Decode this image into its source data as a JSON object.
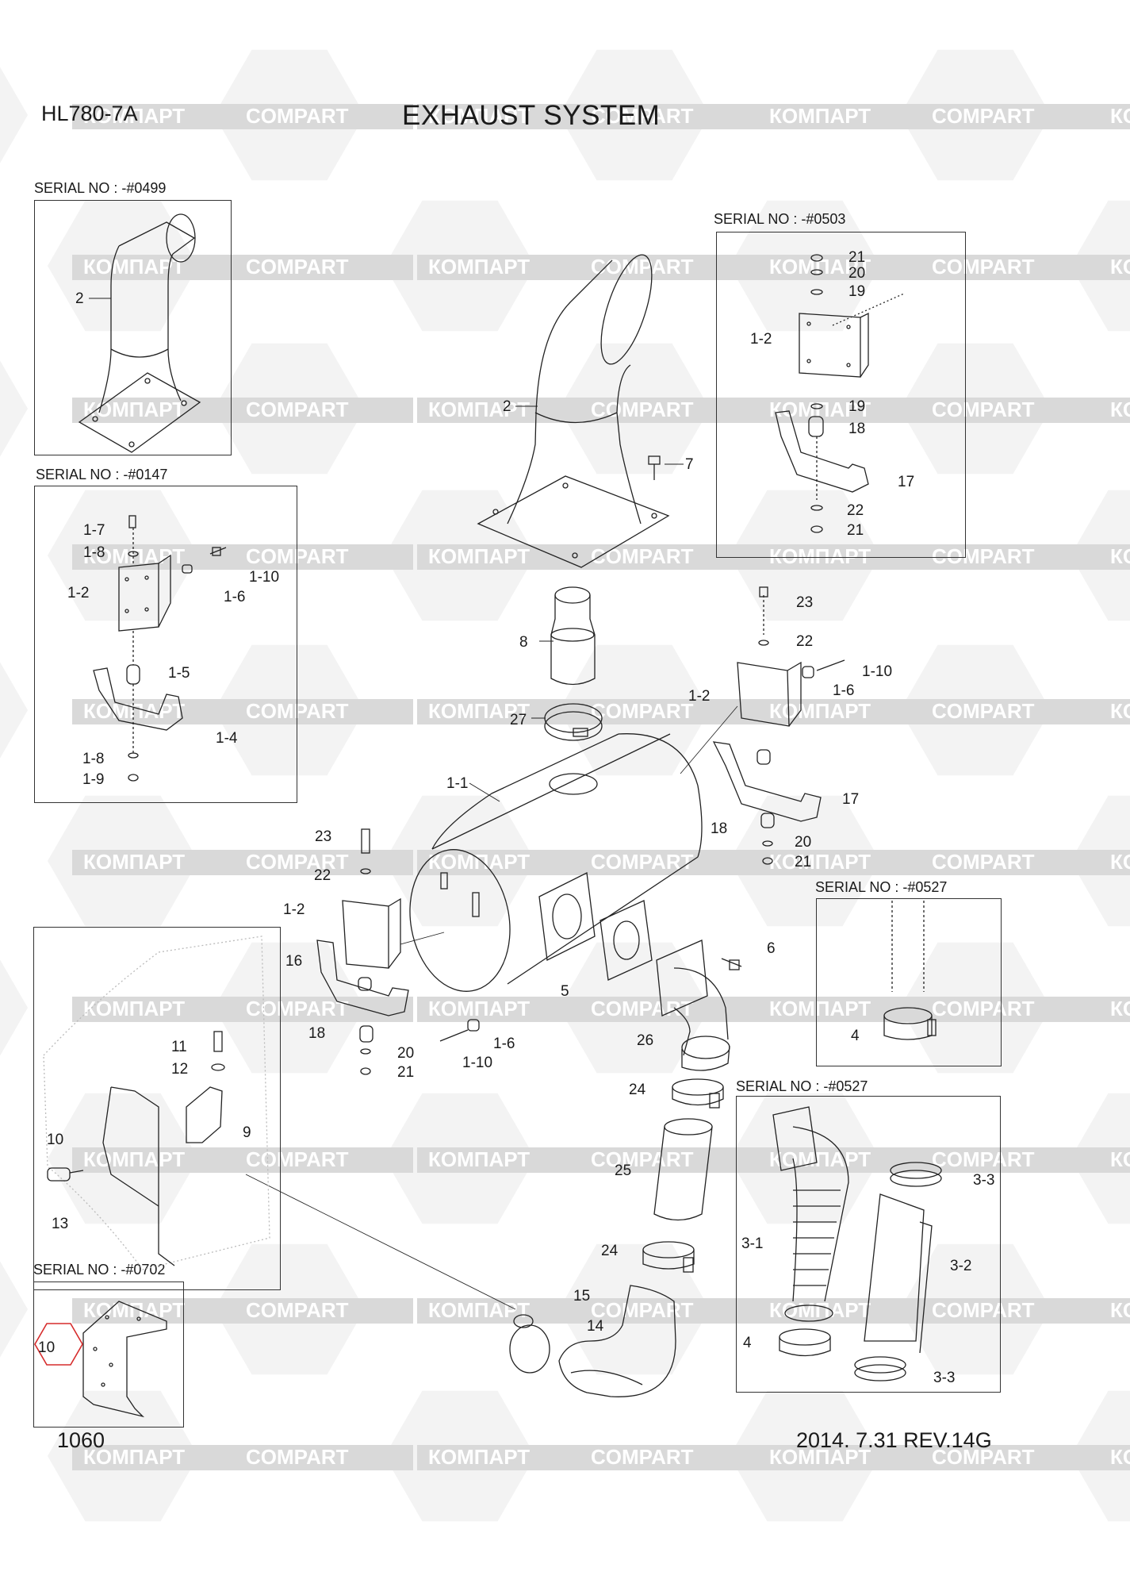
{
  "header": {
    "model": "HL780-7A",
    "title": "EXHAUST SYSTEM"
  },
  "footer": {
    "page_number": "1060",
    "revision": "2014. 7.31  REV.14G"
  },
  "watermark": {
    "text_cyrillic": "КОМПАРТ",
    "text_latin": "COMPART",
    "color": "#d9d9d9"
  },
  "highlight_color": "#d62b2b",
  "serial_boxes": [
    {
      "label": "SERIAL NO : -#0499"
    },
    {
      "label": "SERIAL NO : -#0147"
    },
    {
      "label": "SERIAL NO : -#0503"
    },
    {
      "label": "SERIAL NO : -#0527"
    },
    {
      "label": "SERIAL NO : -#0527"
    },
    {
      "label": "SERIAL NO : -#0702"
    }
  ],
  "callouts": [
    "2",
    "2",
    "7",
    "8",
    "27",
    "1-1",
    "21",
    "20",
    "19",
    "1-2",
    "19",
    "18",
    "17",
    "22",
    "21",
    "1-7",
    "1-8",
    "1-10",
    "1-6",
    "1-2",
    "1-5",
    "1-4",
    "1-8",
    "1-9",
    "23",
    "22",
    "1-10",
    "1-6",
    "1-2",
    "17",
    "18",
    "20",
    "21",
    "23",
    "22",
    "1-2",
    "16",
    "18",
    "20",
    "21",
    "1-10",
    "1-6",
    "6",
    "5",
    "26",
    "4",
    "11",
    "12",
    "10",
    "9",
    "13",
    "24",
    "25",
    "24",
    "15",
    "14",
    "3-3",
    "3-1",
    "3-2",
    "4",
    "3-3",
    "10"
  ]
}
